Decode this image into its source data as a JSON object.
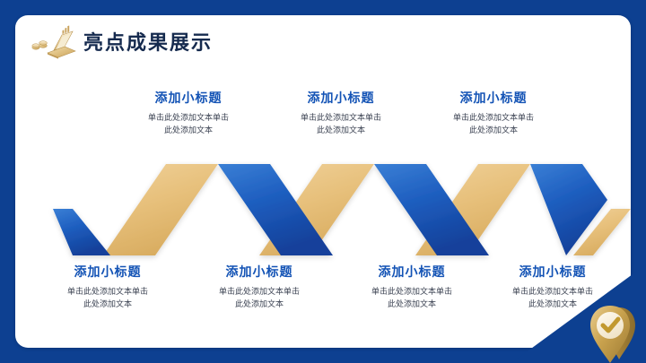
{
  "slide": {
    "title": "亮点成果展示",
    "background_color": "#0d4091",
    "card_color": "#ffffff",
    "title_color": "#152a4e",
    "accent_blue": "#1353b5",
    "accent_gold": "#e7c07b",
    "body_text_color": "#3b4252"
  },
  "header": {
    "icon": "laptop-chart-coins-icon"
  },
  "top_blocks": [
    {
      "title": "添加小标题",
      "line1": "单击此处添加文本单击",
      "line2": "此处添加文本"
    },
    {
      "title": "添加小标题",
      "line1": "单击此处添加文本单击",
      "line2": "此处添加文本"
    },
    {
      "title": "添加小标题",
      "line1": "单击此处添加文本单击",
      "line2": "此处添加文本"
    }
  ],
  "bottom_blocks": [
    {
      "title": "添加小标题",
      "line1": "单击此处添加文本单击",
      "line2": "此处添加文本"
    },
    {
      "title": "添加小标题",
      "line1": "单击此处添加文本单击",
      "line2": "此处添加文本"
    },
    {
      "title": "添加小标题",
      "line1": "单击此处添加文本单击",
      "line2": "此处添加文本"
    },
    {
      "title": "添加小标题",
      "line1": "单击此处添加文本单击",
      "line2": "此处添加文本"
    }
  ],
  "decorations": {
    "check_pin": "check-pin-icon",
    "zigzag": "zigzag-ribbon-chart"
  }
}
